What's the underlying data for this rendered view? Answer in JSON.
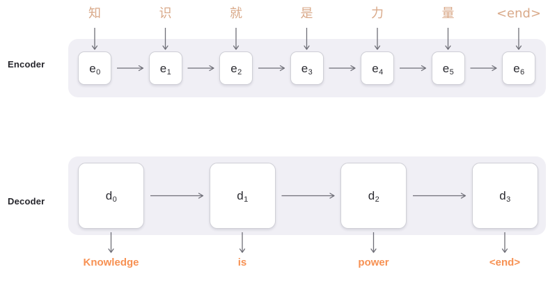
{
  "diagram": {
    "encoder": {
      "label": "Encoder",
      "inputs": [
        "知",
        "识",
        "就",
        "是",
        "力",
        "量",
        "<end>"
      ],
      "cells": [
        {
          "base": "e",
          "sub": "0"
        },
        {
          "base": "e",
          "sub": "1"
        },
        {
          "base": "e",
          "sub": "2"
        },
        {
          "base": "e",
          "sub": "3"
        },
        {
          "base": "e",
          "sub": "4"
        },
        {
          "base": "e",
          "sub": "5"
        },
        {
          "base": "e",
          "sub": "6"
        }
      ]
    },
    "decoder": {
      "label": "Decoder",
      "cells": [
        {
          "base": "d",
          "sub": "0"
        },
        {
          "base": "d",
          "sub": "1"
        },
        {
          "base": "d",
          "sub": "2"
        },
        {
          "base": "d",
          "sub": "3"
        }
      ],
      "outputs": [
        "Knowledge",
        "is",
        "power",
        "<end>"
      ]
    },
    "colors": {
      "panel": "#f0eff5",
      "cell_bg": "#ffffff",
      "cell_border": "#cfcfd6",
      "input_token": "#d9a989",
      "output_token": "#f79153",
      "arrow": "#6e6e77",
      "label": "#25252b",
      "page_bg": "#ffffff"
    }
  }
}
